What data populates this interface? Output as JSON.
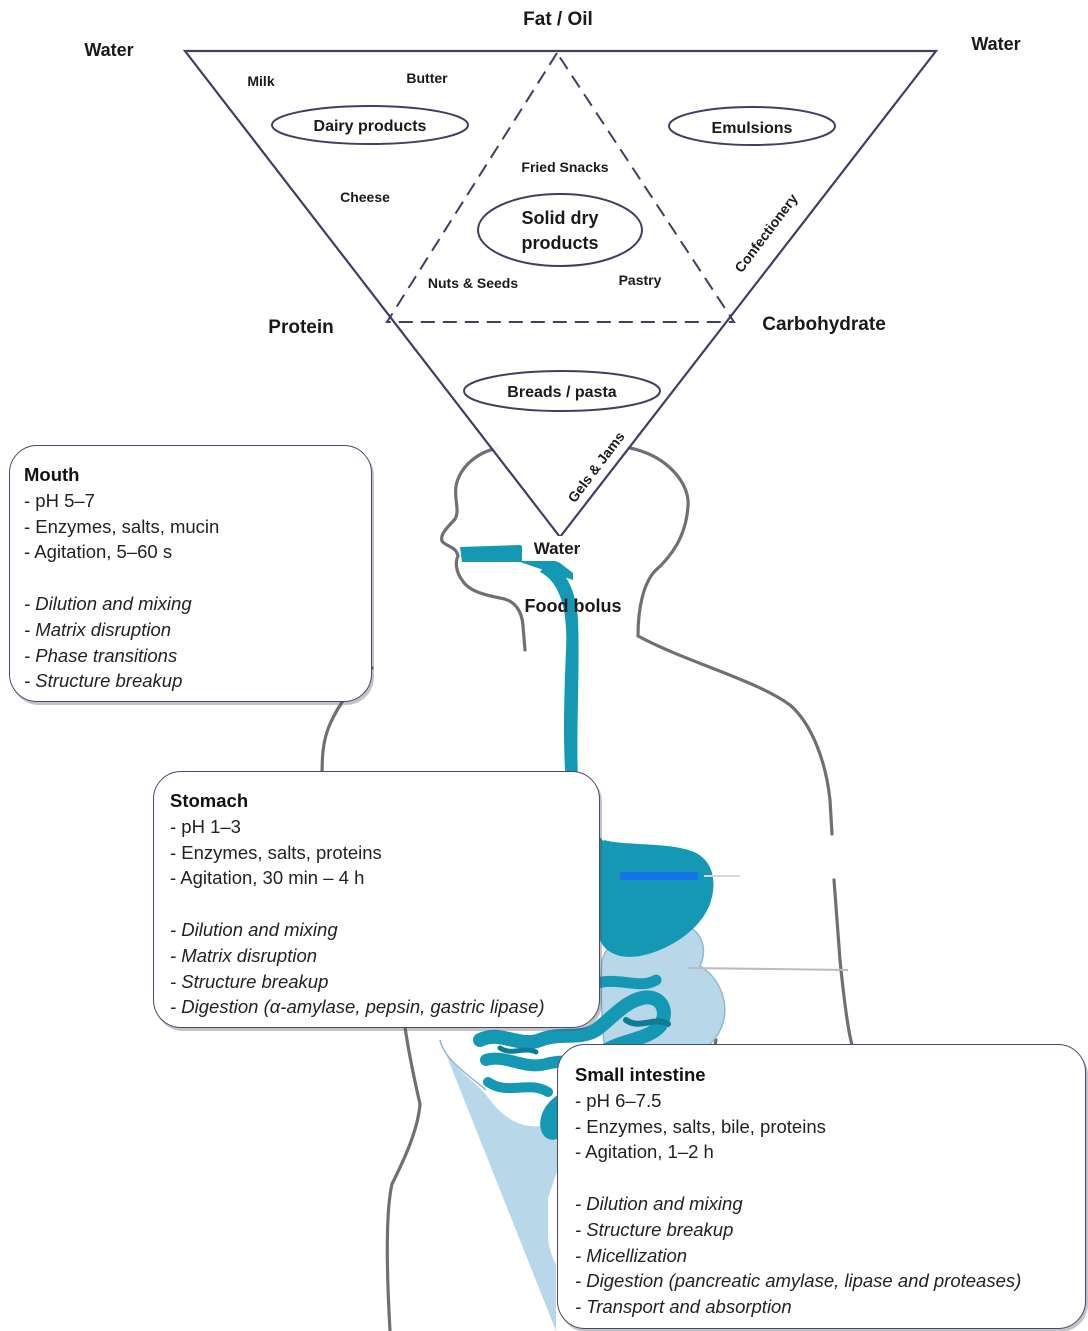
{
  "triangle": {
    "top": "Fat / Oil",
    "left_top": "Water",
    "right_top": "Water",
    "left_mid": "Protein",
    "right_mid": "Carbohydrate",
    "bottom": "Water"
  },
  "foods": {
    "milk": "Milk",
    "butter": "Butter",
    "dairy": "Dairy products",
    "cheese": "Cheese",
    "emulsions": "Emulsions",
    "fried_snacks": "Fried Snacks",
    "solid_dry_1": "Solid dry",
    "solid_dry_2": "products",
    "nuts_seeds": "Nuts & Seeds",
    "pastry": "Pastry",
    "confectionery": "Confectionery",
    "breads_pasta": "Breads / pasta",
    "gels_jams": "Gels & Jams"
  },
  "body": {
    "food_bolus": "Food bolus"
  },
  "colors": {
    "tract": "#1598b4",
    "intestine_light": "#b8d8ea",
    "outline": "#3f3f63",
    "body_outline": "#707070"
  },
  "mouth": {
    "title": "Mouth",
    "conditions": [
      "- pH 5–7",
      "- Enzymes, salts, mucin",
      "- Agitation, 5–60 s"
    ],
    "processes": [
      "- Dilution and mixing",
      "- Matrix disruption",
      "- Phase transitions",
      "-  Structure breakup"
    ]
  },
  "stomach": {
    "title": "Stomach",
    "conditions": [
      "- pH 1–3",
      "- Enzymes, salts, proteins",
      "- Agitation, 30 min – 4 h"
    ],
    "processes": [
      "- Dilution and mixing",
      "- Matrix disruption",
      "- Structure breakup",
      "- Digestion (α-amylase, pepsin, gastric lipase)"
    ]
  },
  "small_intestine": {
    "title": "Small intestine",
    "conditions": [
      "- pH 6–7.5",
      "- Enzymes, salts, bile, proteins",
      "- Agitation, 1–2 h"
    ],
    "processes": [
      "- Dilution and mixing",
      "- Structure breakup",
      "- Micellization",
      "- Digestion (pancreatic amylase, lipase and proteases)",
      "- Transport and absorption"
    ]
  }
}
